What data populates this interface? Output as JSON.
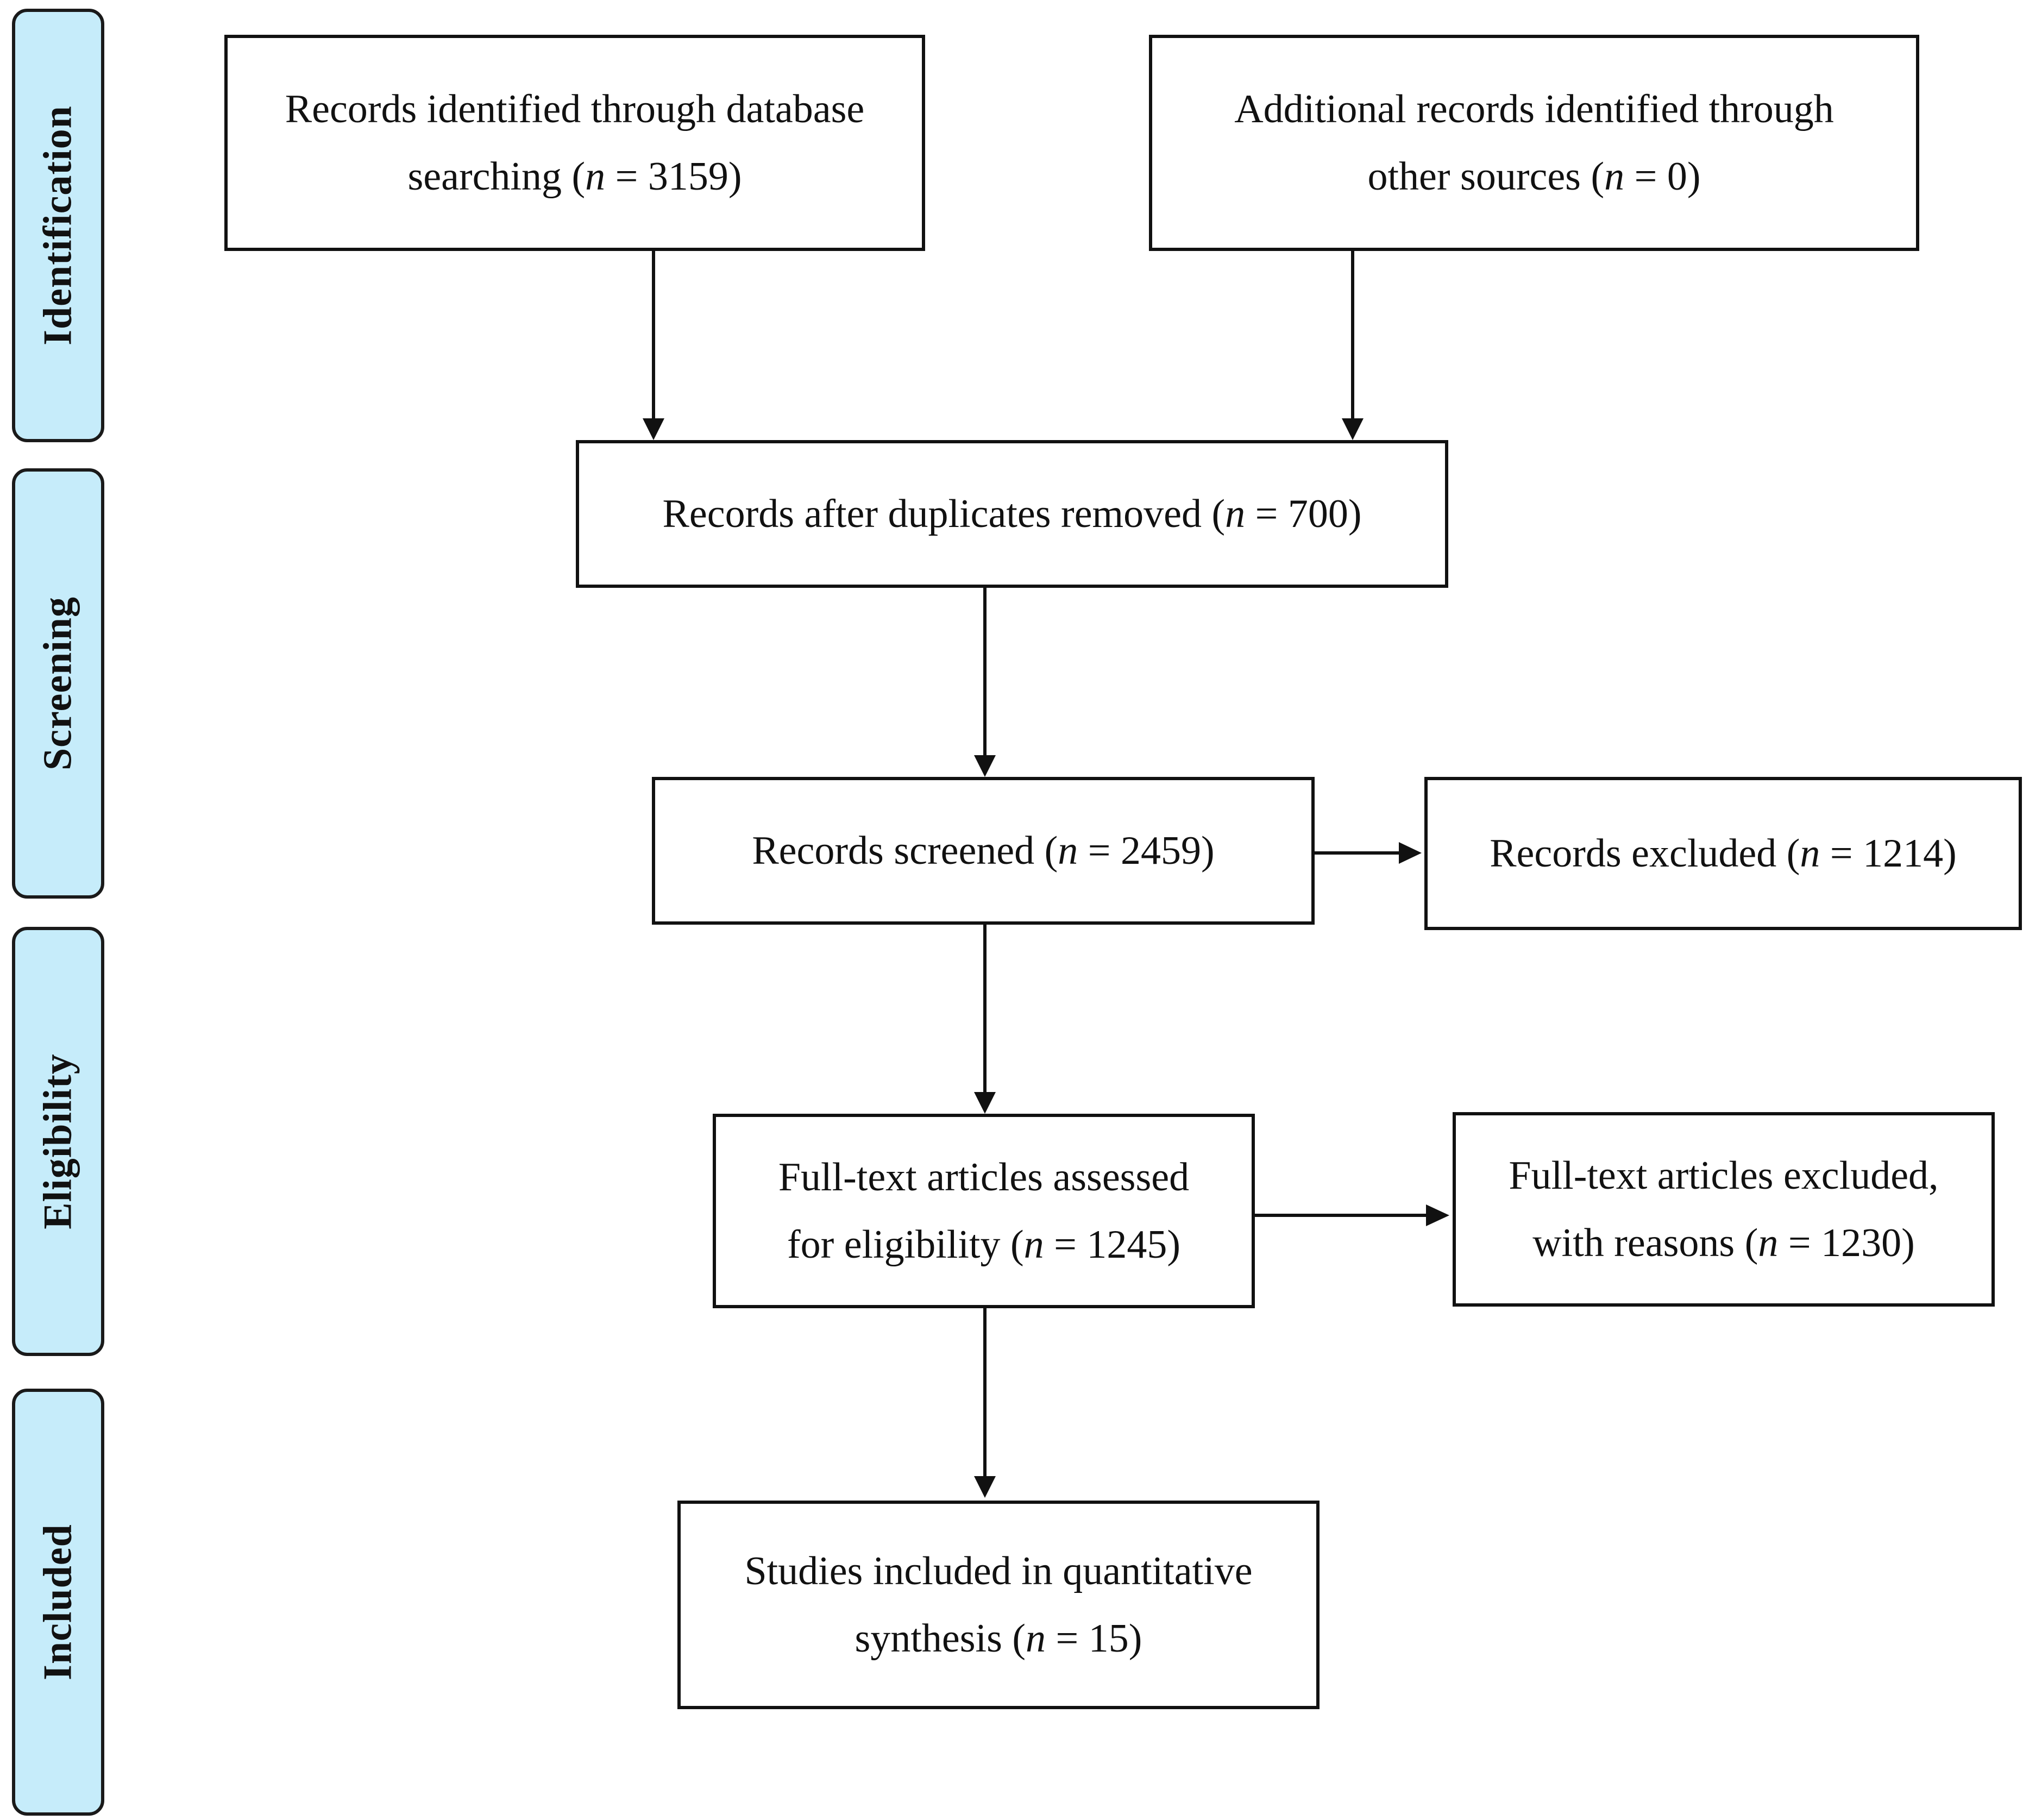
{
  "phases": {
    "identification": "Identification",
    "screening": "Screening",
    "eligibility": "Eligibility",
    "included": "Included"
  },
  "boxes": {
    "database_search": {
      "line1": "Records identified through database",
      "line2_pre": "searching (",
      "n_symbol": "n",
      "line2_post": " = 3159)"
    },
    "other_sources": {
      "line1": "Additional records identified through",
      "line2_pre": "other sources (",
      "n_symbol": "n",
      "line2_post": " = 0)"
    },
    "duplicates_removed": {
      "line1_pre": "Records after duplicates removed (",
      "n_symbol": "n",
      "line1_post": " = 700)"
    },
    "records_screened": {
      "line1_pre": "Records screened (",
      "n_symbol": "n",
      "line1_post": " = 2459)"
    },
    "records_excluded": {
      "line1_pre": "Records excluded (",
      "n_symbol": "n",
      "line1_post": " = 1214)"
    },
    "fulltext_assessed": {
      "line1": "Full-text articles assessed",
      "line2_pre": "for eligibility (",
      "n_symbol": "n",
      "line2_post": " = 1245)"
    },
    "fulltext_excluded": {
      "line1": "Full-text articles excluded,",
      "line2_pre": "with reasons (",
      "n_symbol": "n",
      "line2_post": " = 1230)"
    },
    "studies_included": {
      "line1": "Studies included in quantitative",
      "line2_pre": "synthesis (",
      "n_symbol": "n",
      "line2_post": " = 15)"
    }
  }
}
